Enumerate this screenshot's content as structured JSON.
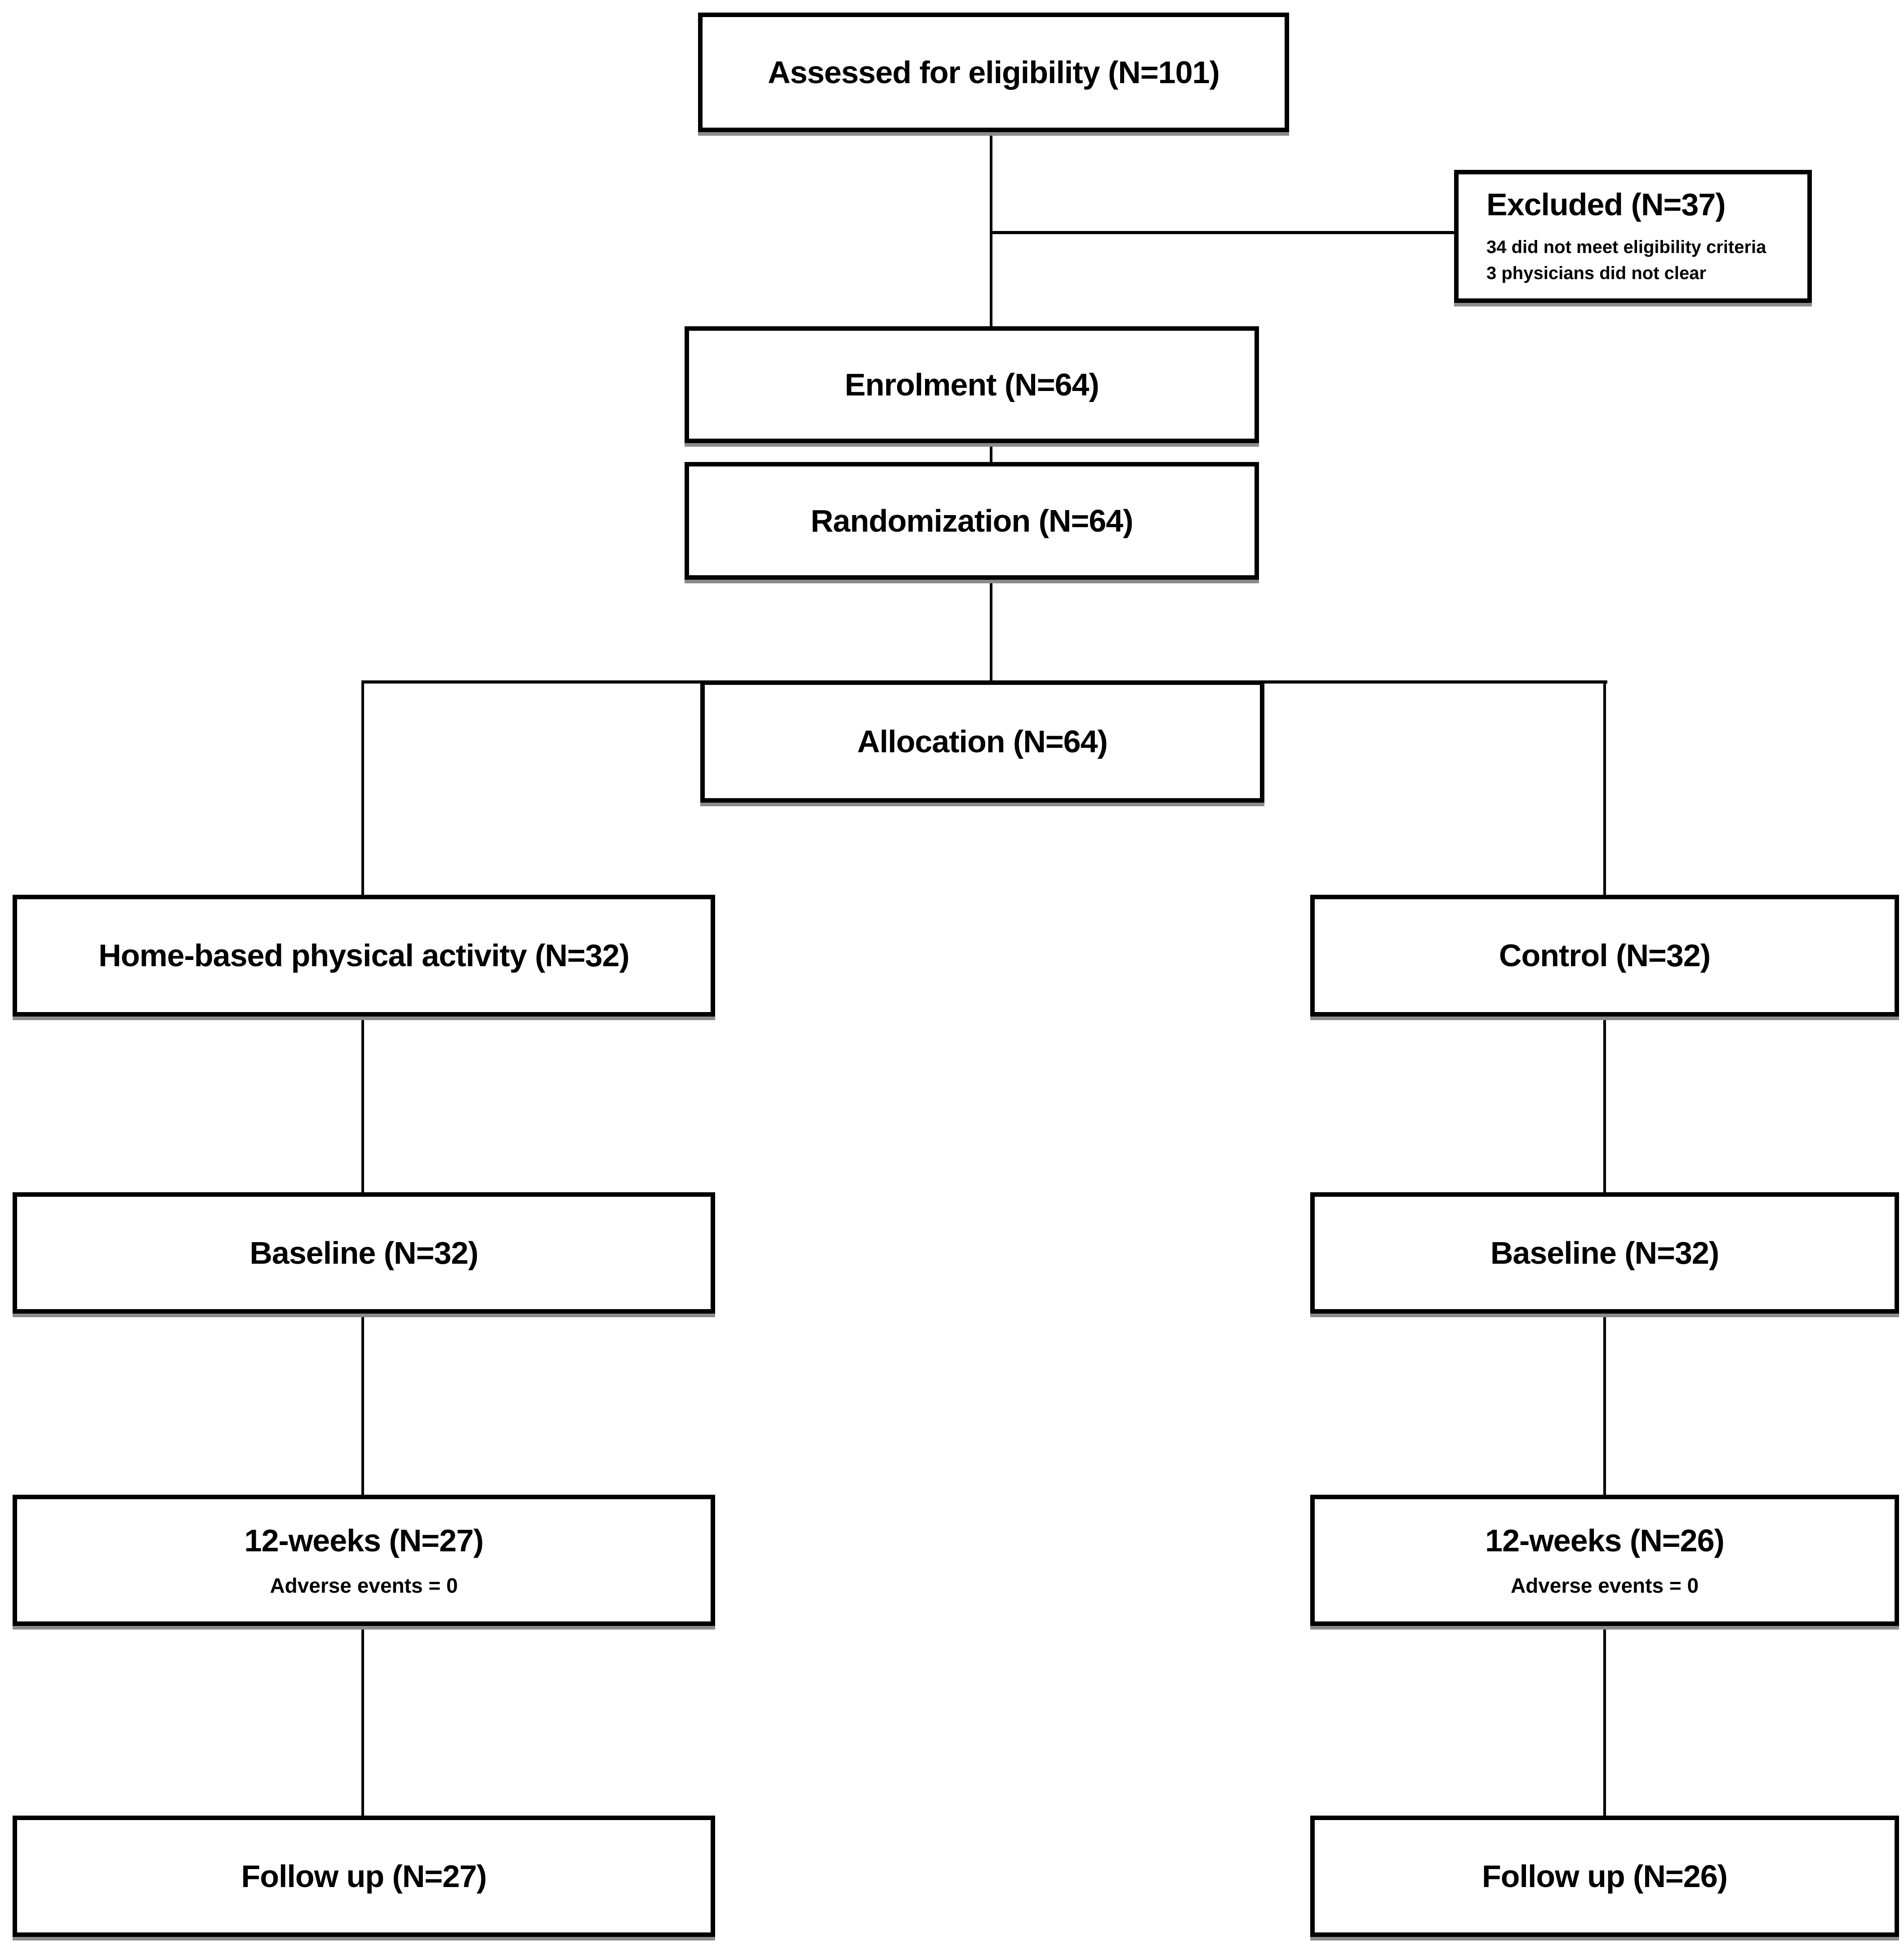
{
  "palette": {
    "ink": "#000000",
    "paper": "#ffffff",
    "shadow": "#8b8b8b"
  },
  "flowchart": {
    "assessed": {
      "label": "Assessed for eligibility (N=101)"
    },
    "excluded": {
      "label": "Excluded (N=37)",
      "reasons": [
        "34 did not meet eligibility criteria",
        "3 physicians did not clear"
      ]
    },
    "enrolment": {
      "label": "Enrolment (N=64)"
    },
    "randomization": {
      "label": "Randomization (N=64)"
    },
    "allocation": {
      "label": "Allocation (N=64)"
    },
    "intervention_arm": {
      "group": "Home-based physical activity (N=32)",
      "baseline": "Baseline (N=32)",
      "twelve_weeks": "12-weeks (N=27)",
      "twelve_weeks_note": "Adverse events = 0",
      "follow_up": "Follow up (N=27)"
    },
    "control_arm": {
      "group": "Control (N=32)",
      "baseline": "Baseline (N=32)",
      "twelve_weeks": "12-weeks (N=26)",
      "twelve_weeks_note": "Adverse events = 0",
      "follow_up": "Follow up (N=26)"
    }
  }
}
